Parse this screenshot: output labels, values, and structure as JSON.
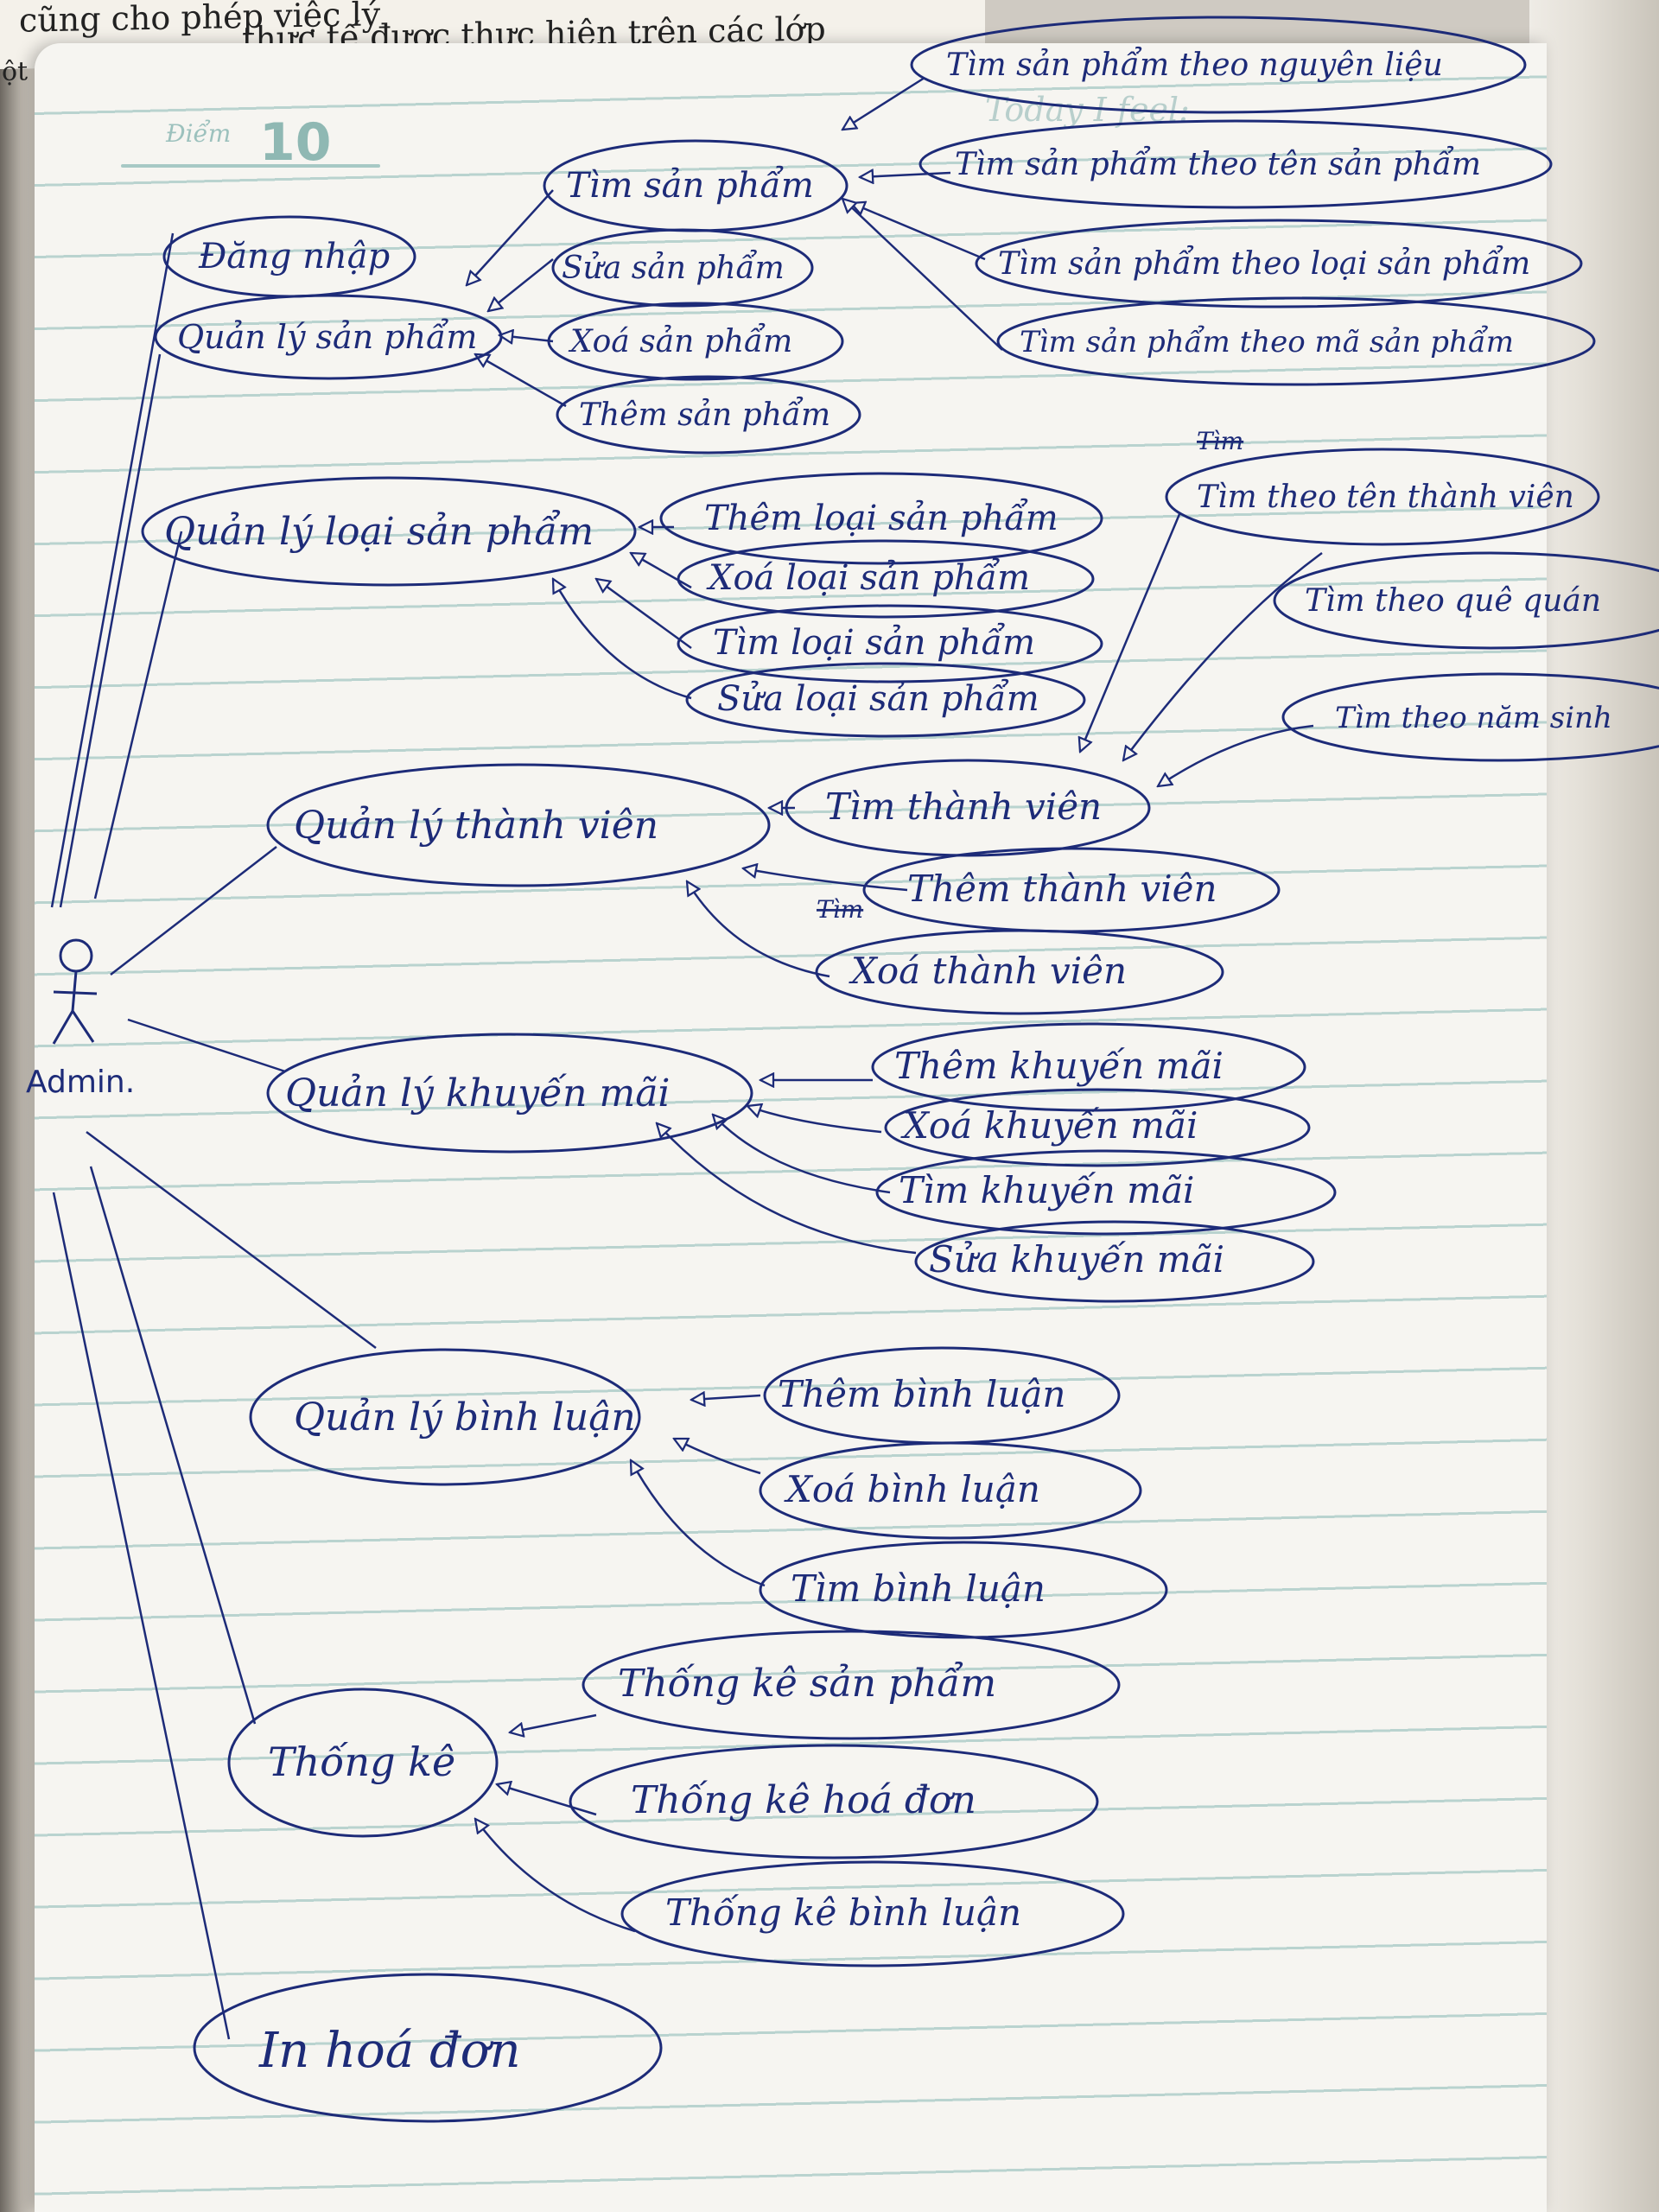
{
  "book_page": {
    "line1": "cũng cho phép việc lý",
    "line2": "thực tế được thực hiện trên các lớp",
    "line3": "ột"
  },
  "notebook": {
    "brand_text": "Điểm",
    "brand_number": "10",
    "header_text": "Today I feel:"
  },
  "actor": {
    "name": "Admin."
  },
  "use_cases": {
    "dang_nhap": "Đăng nhập",
    "ql_san_pham": "Quản lý sản phẩm",
    "tim_san_pham": "Tìm sản phẩm",
    "sua_san_pham": "Sửa sản phẩm",
    "xoa_san_pham": "Xoá sản phẩm",
    "them_san_pham": "Thêm sản phẩm",
    "tim_sp_nguyen_lieu": "Tìm sản phẩm theo nguyên liệu",
    "tim_sp_ten": "Tìm sản phẩm theo tên sản phẩm",
    "tim_sp_loai": "Tìm sản phẩm theo loại sản phẩm",
    "tim_sp_ma": "Tìm sản phẩm theo mã sản phẩm",
    "ql_loai_sp": "Quản lý loại sản phẩm",
    "them_loai_sp": "Thêm loại sản phẩm",
    "xoa_loai_sp": "Xoá loại sản phẩm",
    "tim_loai_sp": "Tìm loại sản phẩm",
    "sua_loai_sp": "Sửa loại sản phẩm",
    "ql_thanh_vien": "Quản lý thành viên",
    "tim_thanh_vien": "Tìm thành viên",
    "them_thanh_vien": "Thêm thành viên",
    "xoa_thanh_vien": "Xoá thành viên",
    "tim_tv_ten": "Tìm theo tên thành viên",
    "tim_tv_que_quan": "Tìm theo quê quán",
    "tim_tv_nam_sinh": "Tìm theo năm sinh",
    "ql_khuyen_mai": "Quản lý khuyến mãi",
    "them_khuyen_mai": "Thêm khuyến mãi",
    "xoa_khuyen_mai": "Xoá khuyến mãi",
    "tim_khuyen_mai": "Tìm khuyến mãi",
    "sua_khuyen_mai": "Sửa khuyến mãi",
    "ql_binh_luan": "Quản lý bình luận",
    "them_binh_luan": "Thêm bình luận",
    "xoa_binh_luan": "Xoá bình luận",
    "tim_binh_luan": "Tìm bình luận",
    "thong_ke": "Thống kê",
    "tk_san_pham": "Thống kê sản phẩm",
    "tk_hoa_don": "Thống kê hoá đơn",
    "tk_binh_luan": "Thống kê bình luận",
    "in_hoa_don": "In hoá đơn"
  },
  "annotations": {
    "tim_struck_1": "Tìm",
    "tim_struck_2": "Tìm"
  },
  "colors": {
    "ink": "#1d2b78",
    "paper": "#f6f5f1",
    "rule_line": "#b9d3cf"
  }
}
